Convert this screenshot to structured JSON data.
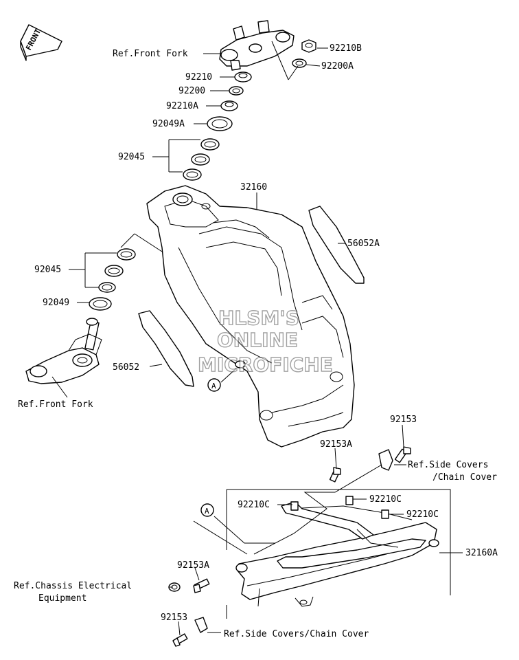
{
  "front_arrow": {
    "label": "FRONT"
  },
  "watermark": {
    "line1": "HLSM'S",
    "line2": "ONLINE",
    "line3": "MICROFICHE"
  },
  "callout_marker": "A",
  "labels": {
    "ref_front_fork_top": "Ref.Front Fork",
    "p92210b": "92210B",
    "p92200a": "92200A",
    "p92210": "92210",
    "p92200": "92200",
    "p92210a": "92210A",
    "p92049a": "92049A",
    "p92045_upper": "92045",
    "p32160": "32160",
    "p56052a": "56052A",
    "p92045_lower": "92045",
    "p92049": "92049",
    "p56052": "56052",
    "ref_front_fork_bottom": "Ref.Front Fork",
    "p92153_top": "92153",
    "p92153a_top": "92153A",
    "ref_side_covers_line1": "Ref.Side Covers",
    "ref_side_covers_line2": "/Chain Cover",
    "p92210c_1": "92210C",
    "p92210c_2": "92210C",
    "p92210c_3": "92210C",
    "p32160a": "32160A",
    "p92153a_bottom": "92153A",
    "ref_chassis_line1": "Ref.Chassis Electrical",
    "ref_chassis_line2": "Equipment",
    "p92153_bottom": "92153",
    "ref_side_covers_bottom": "Ref.Side Covers/Chain Cover"
  }
}
